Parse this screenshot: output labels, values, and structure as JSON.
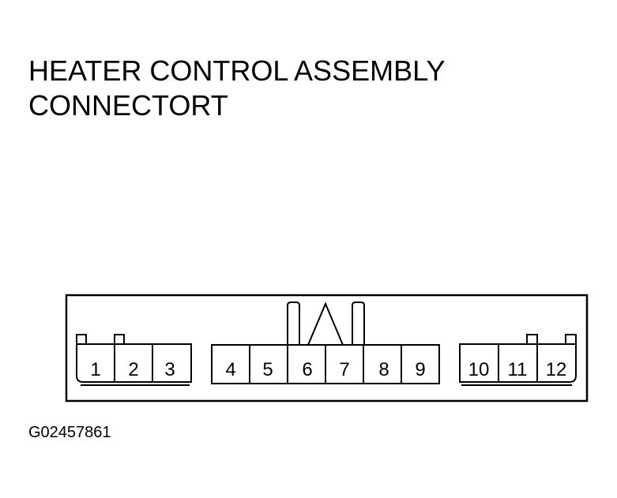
{
  "title": {
    "line1": "HEATER CONTROL ASSEMBLY",
    "line2": "CONNECTORT"
  },
  "figure_id": "G02457861",
  "connector": {
    "pins": [
      "1",
      "2",
      "3",
      "4",
      "5",
      "6",
      "7",
      "8",
      "9",
      "10",
      "11",
      "12"
    ]
  }
}
